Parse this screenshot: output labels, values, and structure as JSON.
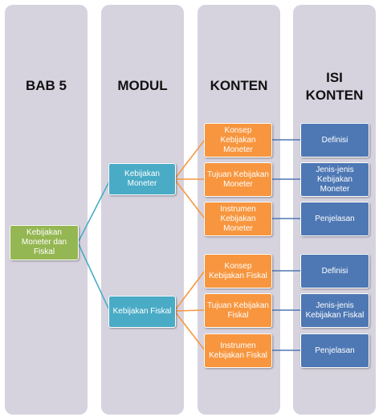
{
  "headers": {
    "bab": "BAB 5",
    "modul": "MODUL",
    "konten": "KONTEN",
    "isi_line1": "ISI",
    "isi_line2": "KONTEN"
  },
  "root": "Kebijakan Moneter dan Fiskal",
  "modules": [
    {
      "label": "Kebijakan Moneter"
    },
    {
      "label": "Kebijakan Fiskal"
    }
  ],
  "contents": [
    {
      "label": "Konsep Kebijakan Moneter",
      "isi": "Definisi"
    },
    {
      "label": "Tujuan Kebijakan Moneter",
      "isi": "Jenis-jenis Kebijakan Moneter"
    },
    {
      "label": "Instrumen Kebijakan Moneter",
      "isi": "Penjelasan"
    },
    {
      "label": "Konsep Kebijakan Fiskal",
      "isi": "Definisi"
    },
    {
      "label": "Tujuan Kebijakan Fiskal",
      "isi": "Jenis-jenis Kebijakan Fiskal"
    },
    {
      "label": "Instrumen Kebijakan Fiskal",
      "isi": "Penjelasan"
    }
  ],
  "colors": {
    "column_bg": "#d6d3df",
    "root": "#95b753",
    "module": "#4aabc6",
    "content": "#f7963f",
    "isi": "#4e78b4",
    "module_line": "#4aabc6",
    "content_line": "#f7963f",
    "isi_line": "#4e78b4"
  }
}
